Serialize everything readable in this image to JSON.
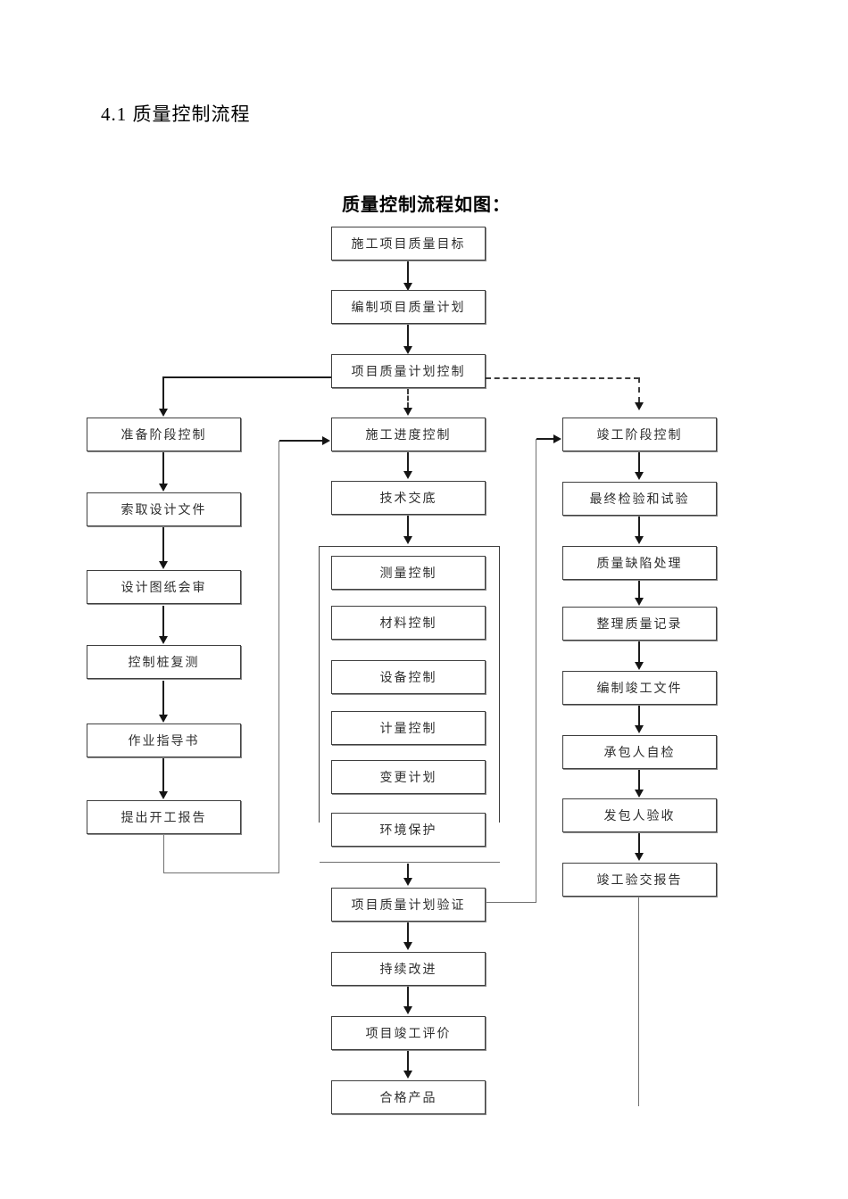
{
  "page": {
    "heading": "4.1 质量控制流程",
    "flowchart_caption": "质量控制流程如图："
  },
  "flowchart": {
    "nodes": [
      {
        "id": "project-quality-goal",
        "label": "施工项目质量目标"
      },
      {
        "id": "prepare-quality-plan",
        "label": "编制项目质量计划"
      },
      {
        "id": "quality-plan-control",
        "label": "项目质量计划控制"
      },
      {
        "id": "preparation-stage-control",
        "label": "准备阶段控制"
      },
      {
        "id": "obtain-design-documents",
        "label": "索取设计文件"
      },
      {
        "id": "design-drawing-review",
        "label": "设计图纸会审"
      },
      {
        "id": "control-pile-resurvey",
        "label": "控制桩复测"
      },
      {
        "id": "work-instruction",
        "label": "作业指导书"
      },
      {
        "id": "submit-commencement-report",
        "label": "提出开工报告"
      },
      {
        "id": "construction-progress-control",
        "label": "施工进度控制"
      },
      {
        "id": "technical-disclosure",
        "label": "技术交底"
      },
      {
        "id": "survey-control",
        "label": "测量控制"
      },
      {
        "id": "material-control",
        "label": "材料控制"
      },
      {
        "id": "equipment-control",
        "label": "设备控制"
      },
      {
        "id": "measurement-control",
        "label": "计量控制"
      },
      {
        "id": "change-plan",
        "label": "变更计划"
      },
      {
        "id": "environment-protection",
        "label": "环境保护"
      },
      {
        "id": "quality-plan-verification",
        "label": "项目质量计划验证"
      },
      {
        "id": "continuous-improvement",
        "label": "持续改进"
      },
      {
        "id": "project-completion-evaluation",
        "label": "项目竣工评价"
      },
      {
        "id": "qualified-product",
        "label": "合格产品"
      },
      {
        "id": "completion-stage-control",
        "label": "竣工阶段控制"
      },
      {
        "id": "final-inspection-test",
        "label": "最终检验和试验"
      },
      {
        "id": "quality-defect-handling",
        "label": "质量缺陷处理"
      },
      {
        "id": "organize-quality-records",
        "label": "整理质量记录"
      },
      {
        "id": "compile-completion-documents",
        "label": "编制竣工文件"
      },
      {
        "id": "contractor-self-inspection",
        "label": "承包人自检"
      },
      {
        "id": "employer-acceptance",
        "label": "发包人验收"
      },
      {
        "id": "completion-handover-report",
        "label": "竣工验交报告"
      }
    ],
    "edges": [
      {
        "from": "施工项目质量目标",
        "to": "编制项目质量计划",
        "style": "solid-arrow"
      },
      {
        "from": "编制项目质量计划",
        "to": "项目质量计划控制",
        "style": "solid-arrow"
      },
      {
        "from": "项目质量计划控制",
        "to": "准备阶段控制",
        "style": "solid-arrow"
      },
      {
        "from": "项目质量计划控制",
        "to": "施工进度控制",
        "style": "dashed-arrow"
      },
      {
        "from": "项目质量计划控制",
        "to": "竣工阶段控制",
        "style": "dashed-arrow"
      },
      {
        "from": "准备阶段控制",
        "to": "索取设计文件",
        "style": "solid-arrow"
      },
      {
        "from": "索取设计文件",
        "to": "设计图纸会审",
        "style": "solid-arrow"
      },
      {
        "from": "设计图纸会审",
        "to": "控制桩复测",
        "style": "solid-arrow"
      },
      {
        "from": "控制桩复测",
        "to": "作业指导书",
        "style": "solid-arrow"
      },
      {
        "from": "作业指导书",
        "to": "提出开工报告",
        "style": "solid-arrow"
      },
      {
        "from": "提出开工报告",
        "to": "施工进度控制",
        "style": "feedback-line-arrow"
      },
      {
        "from": "施工进度控制",
        "to": "技术交底",
        "style": "solid-arrow"
      },
      {
        "from": "技术交底",
        "to": "过程控制组(测量/材料/设备/计量/变更/环境)",
        "style": "solid-arrow"
      },
      {
        "from": "过程控制组(测量/材料/设备/计量/变更/环境)",
        "to": "项目质量计划验证",
        "style": "solid-arrow"
      },
      {
        "from": "项目质量计划验证",
        "to": "持续改进",
        "style": "solid-arrow"
      },
      {
        "from": "持续改进",
        "to": "项目竣工评价",
        "style": "solid-arrow"
      },
      {
        "from": "项目竣工评价",
        "to": "合格产品",
        "style": "solid-arrow"
      },
      {
        "from": "项目质量计划验证",
        "to": "竣工阶段控制",
        "style": "feedback-line-arrow"
      },
      {
        "from": "竣工阶段控制",
        "to": "最终检验和试验",
        "style": "solid-arrow"
      },
      {
        "from": "最终检验和试验",
        "to": "质量缺陷处理",
        "style": "solid-arrow"
      },
      {
        "from": "质量缺陷处理",
        "to": "整理质量记录",
        "style": "solid-arrow"
      },
      {
        "from": "整理质量记录",
        "to": "编制竣工文件",
        "style": "solid-arrow"
      },
      {
        "from": "编制竣工文件",
        "to": "承包人自检",
        "style": "solid-arrow"
      },
      {
        "from": "承包人自检",
        "to": "发包人验收",
        "style": "solid-arrow"
      },
      {
        "from": "发包人验收",
        "to": "竣工验交报告",
        "style": "solid-arrow"
      },
      {
        "from": "竣工验交报告",
        "to": "(页底延伸线)",
        "style": "plain-line"
      }
    ]
  }
}
